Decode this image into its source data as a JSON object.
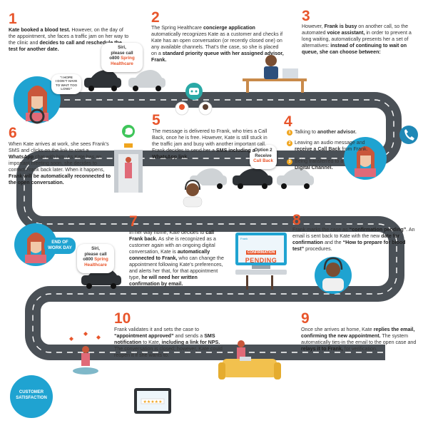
{
  "colors": {
    "accent": "#e8552b",
    "road": "#4a5056",
    "teal": "#2aa9a6",
    "blue": "#1fa3d1",
    "whatsapp": "#3fc55a"
  },
  "steps": {
    "s1": {
      "num": "1",
      "t1": "Kate booked a blood test.",
      "t2": "However, on the day of the appointment, she faces a traffic jam on her way to the clinic and",
      "t3": "decides to call and reschedule the test for another date."
    },
    "s2": {
      "num": "2",
      "t1": "The Spring Healthcare",
      "t2": "concierge application",
      "t3": "automatically recognizes Kate as a customer and checks if Kate has an open conversation (or recently closed one) on any available channels. That’s the case, so she is placed on a",
      "t4": "standard priority queue with her assigned advisor, Frank."
    },
    "s3": {
      "num": "3",
      "t1": "However,",
      "t2": "Frank is busy",
      "t3": "on another call, so the automated",
      "t4": "voice assistant,",
      "t5": "in order to prevent a long waiting, automatically presents her a set of alternatives:",
      "t6": "instead of continuing to wait on queue, she can choose between:"
    },
    "s4": {
      "num": "4",
      "o1a": "Talking to",
      "o1b": "another advisor.",
      "o2a": "Leaving an audio message and",
      "o2b": "receive a Call Back",
      "o2c": "from Frank.",
      "o3a": "Being transferred to a",
      "o3b": "Digital Channel.",
      "n1": "1",
      "n2": "2",
      "n3": "3"
    },
    "s5": {
      "num": "5",
      "t1": "The message is delivered to Frank, who tries a Call Back, once he is free. However, Kate is still stuck in the traffic jam and busy with another important call. Frank decides to send her a",
      "t2": "SMS including a WhatsApp link."
    },
    "s6": {
      "num": "6",
      "t1": "When Kate arrives at work, she sees Frank’s SMS and clicks on the link to start a",
      "t2": "WhatsApp",
      "t3": "chat with him. As Kate has an important meeting soon, she decides to contact Frank back later. When it happens,",
      "t4": "Frank will be automatically reconnected to the open conversation."
    },
    "s7": {
      "num": "7",
      "t1": "In her way home, Kate decides to",
      "t2": "call Frank back.",
      "t3": "As she is recognized as a customer again with an ongoing digital conversation, Kate is",
      "t4": "automatically connected to Frank,",
      "t5": "who can change the appointment following Kate’s preferences, and alerts her that, for that appointment type,",
      "t6": "he will need her written confirmation by email."
    },
    "s8": {
      "num": "8",
      "t1": "Frank marks the case as",
      "t2": "“confirmation pending”",
      "t3": ". An email is sent back to Kate with the new",
      "t4": "date for confirmation",
      "t5": "and the",
      "t6": "“How to prepare for blood test”",
      "t7": "procedures."
    },
    "s9": {
      "num": "9",
      "t1": "Once she arrives at home, Kate",
      "t2": "replies the email, confirming the new appointment.",
      "t3": "The system automatically ties-in the email to the open case and",
      "t4": "relays it to Frank,",
      "t5": "for verification."
    },
    "s10": {
      "num": "10",
      "t1": "Frank validates it and sets the case to",
      "t2": "“appointment approved”",
      "t3": "and sends a",
      "t4": "SMS notification",
      "t5": "to Kate,",
      "t6": "including a link for NPS.",
      "t7": "The conversation is closed; however, Kate could reopen it if she wants to."
    }
  },
  "bubbles": {
    "siri1": {
      "l1": "Siri,",
      "l2": "please call",
      "l3": "o800",
      "l4": "Spring",
      "l5": "Healthcare"
    },
    "siri2": {
      "l1": "Siri,",
      "l2": "please call",
      "l3": "o800",
      "l4": "Spring",
      "l5": "Healthcare"
    },
    "hope": {
      "l1": "“I HOPE",
      "l2": "I DON’T HAVE",
      "l3": "TO WAIT TOO",
      "l4": "LONG”"
    },
    "option2": {
      "l1": "Option 2",
      "l2": "Receive",
      "l3": "Call Back"
    },
    "endday": {
      "l1": "END OF",
      "l2": "WORK DAY"
    }
  },
  "screen": {
    "small": "Frank",
    "label1": "CONFIRMATION",
    "label2": "PENDING"
  },
  "final": {
    "l1": "CUSTOMER",
    "l2": "SATISFACTION"
  }
}
